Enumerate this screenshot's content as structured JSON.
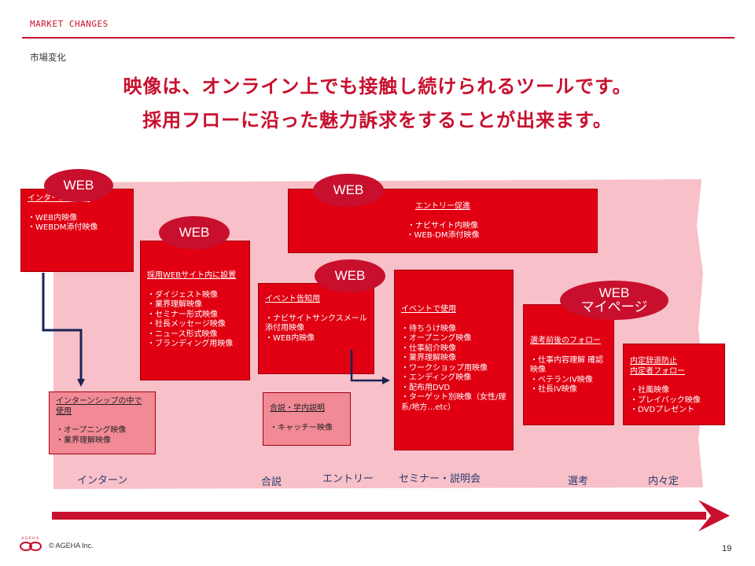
{
  "header": {
    "kicker": "MARKET CHANGES",
    "subheading": "市場変化",
    "headline_line1": "映像は、オンライン上でも接触し続けられるツールです。",
    "headline_line2": "採用フローに沿った魅力訴求をすることが出来ます。"
  },
  "colors": {
    "accent": "#c8102e",
    "box_red": "#e00012",
    "box_pink": "#f28a96",
    "band": "#f8c0c8",
    "arrow_navy": "#1a2356"
  },
  "badges": {
    "web1": "WEB",
    "web2": "WEB",
    "web3": "WEB",
    "web4": "WEB",
    "mypage_line1": "WEB",
    "mypage_line2": "マイページ"
  },
  "boxes": {
    "intern_notice": {
      "title": "インターン告知用",
      "items": [
        "WEB内映像",
        "WEBDM添付映像"
      ]
    },
    "recruit_site": {
      "title": "採用WEBサイト内に設置",
      "items": [
        "ダイジェスト映像",
        "業界理解映像",
        "セミナー形式映像",
        "社長メッセージ映像",
        "ニュース形式映像",
        "ブランディング用映像"
      ]
    },
    "entry_promo": {
      "title": "エントリー促進",
      "items": [
        "ナビサイト内映像",
        "WEB-DM添付映像"
      ]
    },
    "event_notice": {
      "title": "イベント告知用",
      "items": [
        "ナビサイトサンクスメール添付用映像",
        "WEB内映像"
      ]
    },
    "event_use": {
      "title": "イベントで使用",
      "items": [
        "待ちうけ映像",
        "オープニング映像",
        "仕事紹介映像",
        "業界理解映像",
        "ワークショップ用映像",
        "エンディング映像",
        "配布用DVD",
        "ターゲット別映像（女性/理系/地方…etc）"
      ]
    },
    "selection_follow": {
      "title": "選考前後のフォロー",
      "items": [
        "仕事内容理解 確認映像",
        "ベテランIV映像",
        "社長IV映像"
      ]
    },
    "naitei_follow": {
      "title_line1": "内定辞退防止",
      "title_line2": "内定者フォロー",
      "items": [
        "社風映像",
        "プレイバック映像",
        "DVDプレゼント"
      ]
    },
    "intern_use": {
      "title_line1": "インターンシップの中で",
      "title_line2": "使用",
      "items": [
        "オープニング映像",
        "業界理解映像"
      ]
    },
    "joint_briefing": {
      "title": "合説・学内説明",
      "items": [
        "キャッチー映像"
      ]
    }
  },
  "stages": [
    "インターン",
    "合説",
    "エントリー",
    "セミナー・説明会",
    "選考",
    "内々定"
  ],
  "footer": {
    "copyright": "© AGEHA Inc.",
    "page": "19",
    "logo_text": "AGEHA"
  }
}
